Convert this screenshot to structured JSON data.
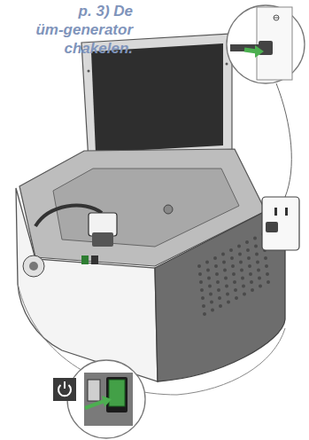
{
  "diagram": {
    "labels": [
      "p. 3) De",
      "üm-generator",
      "chakelen."
    ]
  }
}
